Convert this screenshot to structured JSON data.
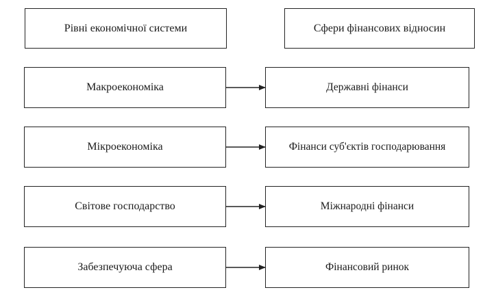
{
  "headers": {
    "left": "Рівні економічної системи",
    "right": "Сфери фінансових відносин"
  },
  "rows": [
    {
      "level": "Макроекономіка",
      "sphere": "Державні фінанси"
    },
    {
      "level": "Мікроекономіка",
      "sphere": "Фінанси суб'єктів господарювання"
    },
    {
      "level": "Світове господарство",
      "sphere": "Міжнародні фінанси"
    },
    {
      "level": "Забезпечуюча сфера",
      "sphere": "Фінансовий ринок"
    }
  ]
}
